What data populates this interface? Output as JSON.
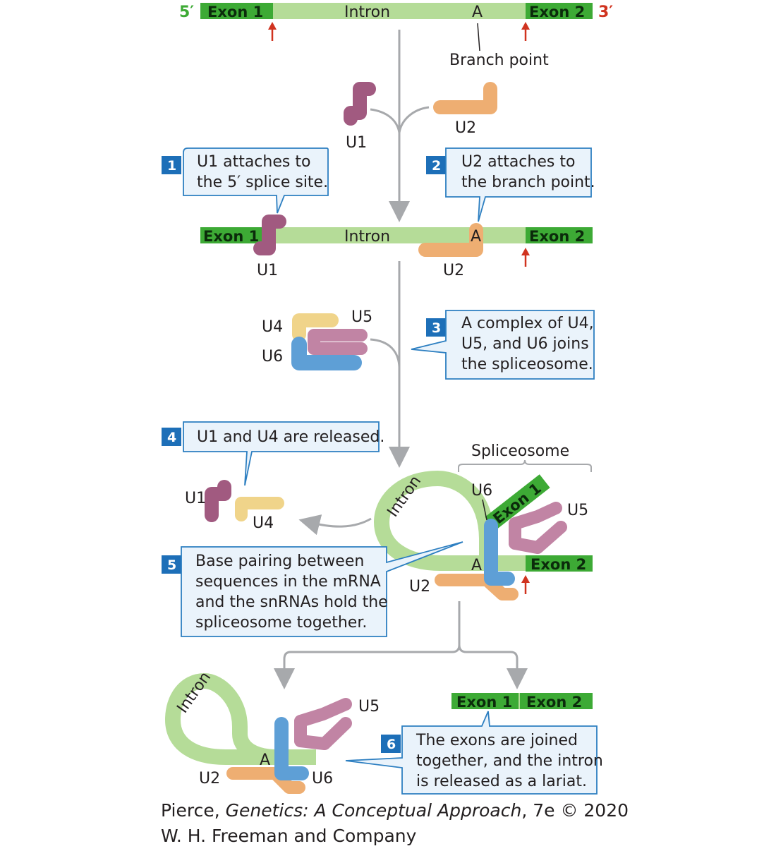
{
  "top": {
    "five_prime": "5′",
    "three_prime": "3′",
    "exon1": "Exon 1",
    "intron": "Intron",
    "exon2": "Exon 2",
    "a": "A",
    "branch_point": "Branch point"
  },
  "u1": "U1",
  "u2": "U2",
  "u4": "U4",
  "u5": "U5",
  "u6": "U6",
  "spliceosome": "Spliceosome",
  "steps": [
    {
      "num": "1",
      "lines": [
        "U1 attaches to",
        "the 5′ splice site."
      ]
    },
    {
      "num": "2",
      "lines": [
        "U2 attaches to",
        "the branch point."
      ]
    },
    {
      "num": "3",
      "lines": [
        "A complex of U4,",
        "U5, and U6 joins",
        "the spliceosome."
      ]
    },
    {
      "num": "4",
      "lines": [
        "U1 and U4 are released."
      ]
    },
    {
      "num": "5",
      "lines": [
        "Base pairing between",
        "sequences in the mRNA",
        "and the snRNAs hold the",
        "spliceosome together."
      ]
    },
    {
      "num": "6",
      "lines": [
        "The exons are joined",
        "together, and the intron",
        "is released as a lariat."
      ]
    }
  ],
  "footer": {
    "author": "Pierce,",
    "book": "Genetics: A Conceptual Approach",
    "edition": ", 7e © 2020",
    "publisher": "W. H. Freeman and Company"
  },
  "colors": {
    "exon": "#3daa35",
    "intron": "#b5dc98",
    "u1": "#a15a80",
    "u2": "#eeae72",
    "u4": "#f0d48a",
    "u5": "#c184a4",
    "u6": "#5e9fd6",
    "arrow": "#a7a9ac",
    "splice_arrow": "#d0331f",
    "step_badge": "#1d6fb8",
    "callout_fill": "#eaf3fb",
    "callout_stroke": "#2d7fc1"
  }
}
